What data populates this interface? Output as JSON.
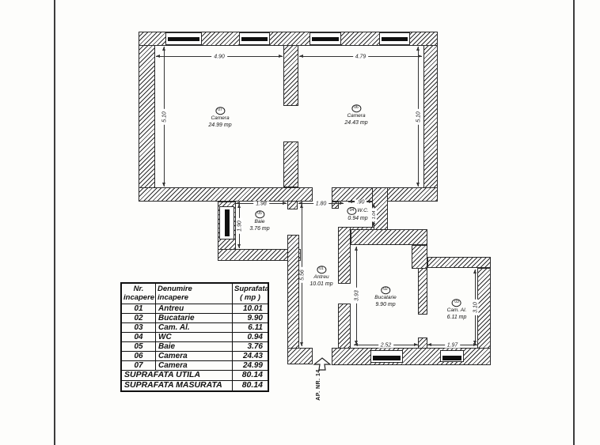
{
  "page": {
    "apartment_label": "AP. NR. 14"
  },
  "plan": {
    "rooms": [
      {
        "number": "07",
        "name": "Camera",
        "area": "24.99 mp"
      },
      {
        "number": "06",
        "name": "Camera",
        "area": "24.43 mp"
      },
      {
        "number": "05",
        "name": "Baie",
        "area": "3.76 mp"
      },
      {
        "number": "04",
        "name": "W.C.",
        "area": "0.94 mp"
      },
      {
        "number": "01",
        "name": "Antreu",
        "area": "10.01 mp"
      },
      {
        "number": "02",
        "name": "Bucatarie",
        "area": "9.90 mp"
      },
      {
        "number": "03",
        "name": "Cam. Al.",
        "area": "6.11 mp"
      }
    ],
    "dimensions": {
      "room07_width": "4.90",
      "room06_width": "4.79",
      "room07_height": "5.10",
      "room06_height": "5.10",
      "baie_width": "1.98",
      "hall_width": "1.80",
      "wc_width": ".90",
      "wc_height": "1.04",
      "baie_height": "1.90",
      "antreu_height": "5.56",
      "bucatarie_height": "3.93",
      "cam_al_height": "3.10",
      "bucatarie_width": "2.52",
      "cam_al_width": "1.97"
    }
  },
  "table": {
    "headers": {
      "col1_line1": "Nr.",
      "col1_line2": "incapere",
      "col2_line1": "Denumire",
      "col2_line2": "incapere",
      "col3_line1": "Suprafata",
      "col3_line2": "( mp )"
    },
    "rows": [
      {
        "nr": "01",
        "name": "Antreu",
        "area": "10.01"
      },
      {
        "nr": "02",
        "name": "Bucatarie",
        "area": "9.90"
      },
      {
        "nr": "03",
        "name": "Cam. Al.",
        "area": "6.11"
      },
      {
        "nr": "04",
        "name": "WC",
        "area": "0.94"
      },
      {
        "nr": "05",
        "name": "Baie",
        "area": "3.76"
      },
      {
        "nr": "06",
        "name": "Camera",
        "area": "24.43"
      },
      {
        "nr": "07",
        "name": "Camera",
        "area": "24.99"
      }
    ],
    "footer": [
      {
        "label": "SUPRAFATA UTILA",
        "value": "80.14"
      },
      {
        "label": "SUPRAFATA MASURATA",
        "value": "80.14"
      }
    ]
  }
}
